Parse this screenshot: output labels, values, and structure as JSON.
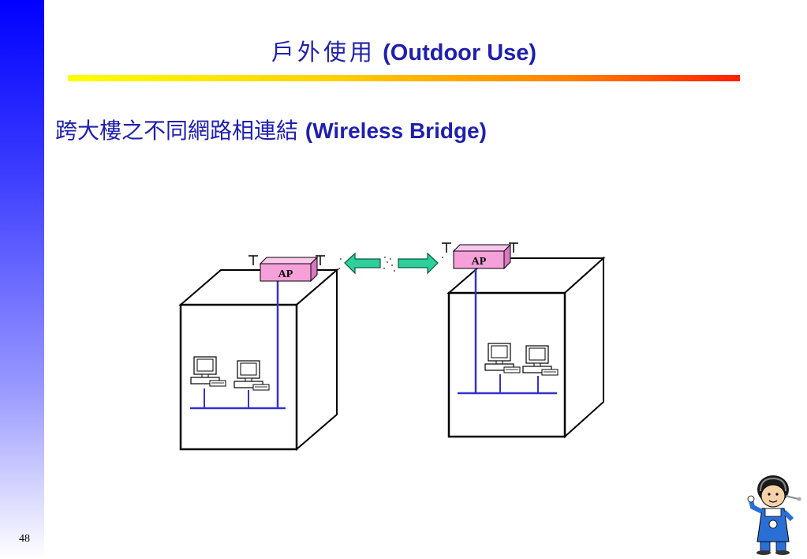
{
  "slide": {
    "title_zh": "戶外使用",
    "title_en": "(Outdoor Use)",
    "subtitle_zh": "跨大樓之不同網路相連結",
    "subtitle_en": "(Wireless Bridge)",
    "page_number": "48"
  },
  "diagram": {
    "left_building": {
      "ap_label": "AP"
    },
    "right_building": {
      "ap_label": "AP"
    },
    "link_arrow_color": "#2ecf9a",
    "ap_color": "#f5a0d8",
    "wire_color": "#3333cc"
  },
  "colors": {
    "title": "#1f1fb0",
    "left_bar": "#0000ff"
  },
  "icons": [
    "left-arrow-icon",
    "right-arrow-icon",
    "computer-icon",
    "mascot-icon"
  ]
}
